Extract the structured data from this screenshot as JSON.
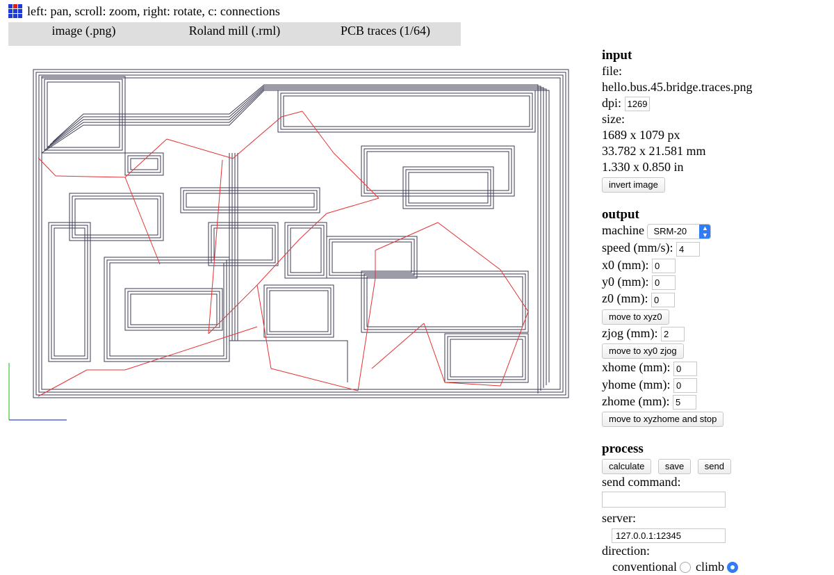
{
  "header": {
    "hint": "left: pan, scroll: zoom, right: rotate, c: connections",
    "icon_colors": [
      "#1f3bd6",
      "#e21b1b",
      "#1f3bd6",
      "#1f3bd6",
      "#1f3bd6",
      "#1f3bd6",
      "#1f3bd6",
      "#1f3bd6",
      "#1f3bd6"
    ]
  },
  "menu": {
    "tabs": [
      "image (.png)",
      "Roland mill (.rml)",
      "PCB traces (1/64)"
    ]
  },
  "view": {
    "trace_color": "#3a3a52",
    "connection_color": "#e53030",
    "axis_x_color": "#2a4bd6",
    "axis_y_color": "#3cc43c"
  },
  "input": {
    "title": "input",
    "file_label": "file:",
    "file_name": "hello.bus.45.bridge.traces.png",
    "dpi_label": "dpi:",
    "dpi_value": "1269",
    "size_label": "size:",
    "size_px": "1689 x 1079 px",
    "size_mm": "33.782 x 21.581 mm",
    "size_in": "1.330 x 0.850 in",
    "invert_button": "invert image"
  },
  "output": {
    "title": "output",
    "machine_label": "machine",
    "machine_value": "SRM-20",
    "speed_label": "speed (mm/s):",
    "speed_value": "4",
    "x0_label": "x0 (mm):",
    "x0_value": "0",
    "y0_label": "y0 (mm):",
    "y0_value": "0",
    "z0_label": "z0 (mm):",
    "z0_value": "0",
    "move_xyz0_button": "move to xyz0",
    "zjog_label": "zjog (mm):",
    "zjog_value": "2",
    "move_xy0_zjog_button": "move to xy0 zjog",
    "xhome_label": "xhome (mm):",
    "xhome_value": "0",
    "yhome_label": "yhome (mm):",
    "yhome_value": "0",
    "zhome_label": "zhome (mm):",
    "zhome_value": "5",
    "move_home_button": "move to xyzhome and stop"
  },
  "process": {
    "title": "process",
    "calculate_button": "calculate",
    "save_button": "save",
    "send_button": "send",
    "send_command_label": "send command:",
    "send_command_value": "",
    "server_label": "server:",
    "server_value": "127.0.0.1:12345",
    "direction_label": "direction:",
    "conventional_label": "conventional",
    "climb_label": "climb",
    "selected_direction": "climb"
  }
}
